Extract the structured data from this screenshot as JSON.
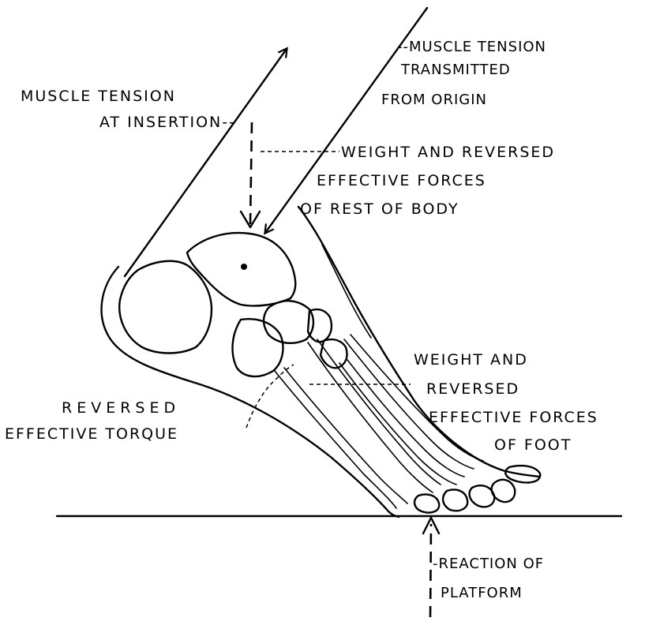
{
  "labels": {
    "muscle_tension_insertion_1": "MUSCLE TENSION",
    "muscle_tension_insertion_2": "AT INSERTION--",
    "muscle_tension_origin_1": "--MUSCLE TENSION",
    "muscle_tension_origin_2": "TRANSMITTED",
    "muscle_tension_origin_3": "FROM ORIGIN",
    "weight_body_1": "WEIGHT AND REVERSED",
    "weight_body_2": "EFFECTIVE FORCES",
    "weight_body_3": "OF REST OF BODY",
    "weight_foot_1": "WEIGHT AND",
    "weight_foot_2": "REVERSED",
    "weight_foot_3": "EFFECTIVE FORCES",
    "weight_foot_4": "OF FOOT",
    "reversed_torque_1": "REVERSED",
    "reversed_torque_2": "EFFECTIVE TORQUE",
    "reaction_1": "-REACTION OF",
    "reaction_2": "PLATFORM"
  },
  "colors": {
    "ink": "#000000",
    "background": "#ffffff"
  }
}
